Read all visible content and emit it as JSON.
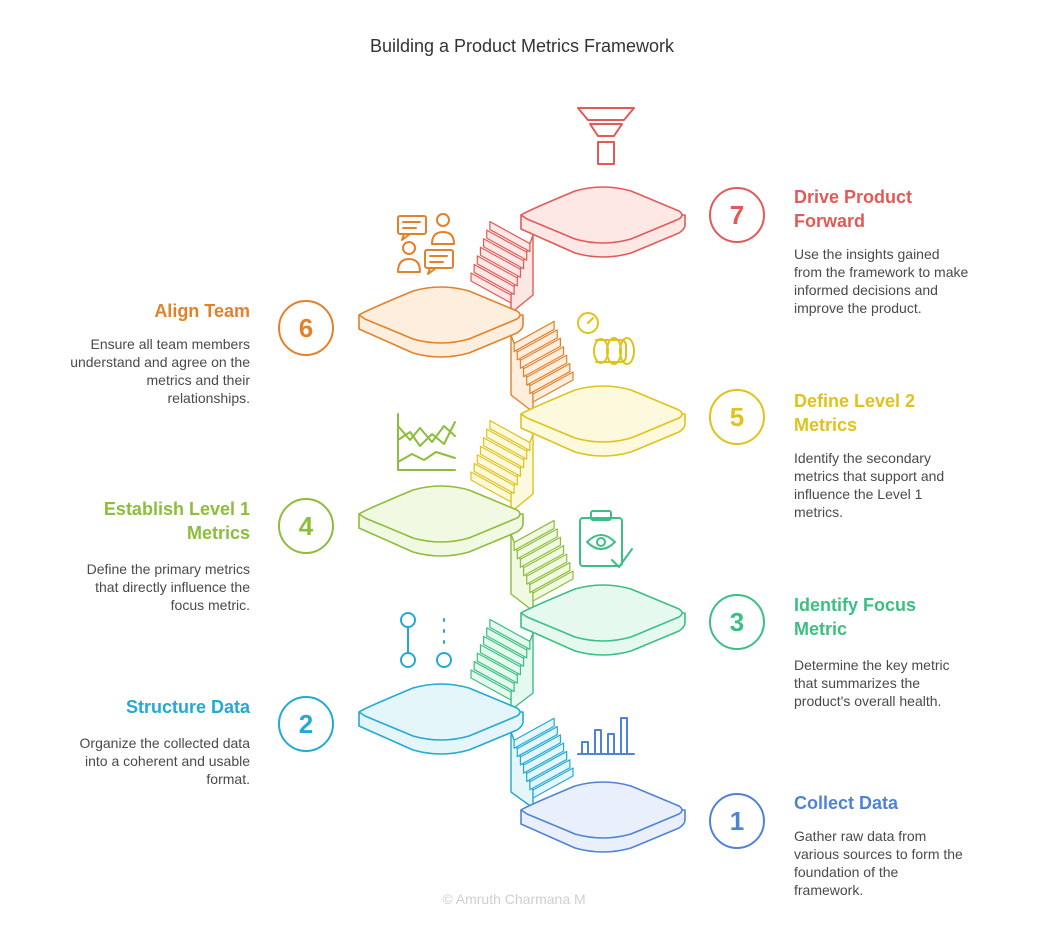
{
  "title": "Building a Product Metrics Framework",
  "steps": [
    {
      "num": "1",
      "heading": "Collect Data",
      "description": "Gather raw data from various sources to form the foundation of the framework.",
      "color": "#4f83d6",
      "icon": "bar-chart-icon"
    },
    {
      "num": "2",
      "heading": "Structure Data",
      "description": "Organize the collected data into a coherent and usable format.",
      "color": "#22a9d4",
      "icon": "node-connector-icon"
    },
    {
      "num": "3",
      "heading": "Identify Focus Metric",
      "description": "Determine the key metric that summarizes the product's overall health.",
      "color": "#3bbf82",
      "icon": "clipboard-eye-icon"
    },
    {
      "num": "4",
      "heading": "Establish Level 1 Metrics",
      "description": "Define the primary metrics that directly influence the focus metric.",
      "color": "#8dbd3b",
      "icon": "line-chart-icon"
    },
    {
      "num": "5",
      "heading": "Define Level 2 Metrics",
      "description": "Identify the secondary metrics that support and influence the Level 1 metrics.",
      "color": "#e0c21a",
      "icon": "gauge-pipe-icon"
    },
    {
      "num": "6",
      "heading": "Align Team",
      "description": "Ensure all team members understand and agree on the metrics and their relationships.",
      "color": "#e3812b",
      "icon": "team-discussion-icon"
    },
    {
      "num": "7",
      "heading": "Drive Product Forward",
      "description": "Use the insights gained from the framework to make informed decisions and improve the product.",
      "color": "#e25a57",
      "icon": "funnel-icon"
    }
  ],
  "credit": "© Amruth Charmana M"
}
